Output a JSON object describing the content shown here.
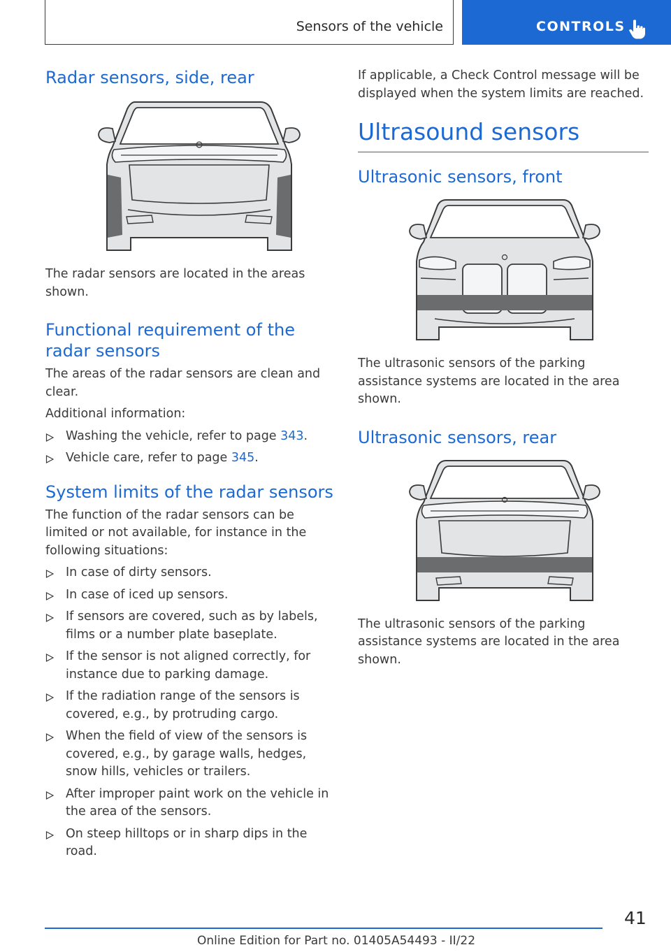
{
  "header": {
    "section": "Sensors of the vehicle",
    "chapter": "CONTROLS",
    "chapter_icon": "pointing-hand-icon"
  },
  "left": {
    "radar_title": "Radar sensors, side, rear",
    "radar_caption": "The radar sensors are located in the areas shown.",
    "func_title": "Functional requirement of the radar sensors",
    "func_text": "The areas of the radar sensors are clean and clear.",
    "func_additional": "Additional information:",
    "func_items": [
      {
        "text": "Washing the vehicle, refer to page ",
        "page": "343",
        "end": "."
      },
      {
        "text": "Vehicle care, refer to page ",
        "page": "345",
        "end": "."
      }
    ],
    "limits_title": "System limits of the radar sensors",
    "limits_text": "The function of the radar sensors can be limited or not available, for instance in the following situations:",
    "limits_items": [
      "In case of dirty sensors.",
      "In case of iced up sensors.",
      "If sensors are covered, such as by labels, films or a number plate baseplate.",
      "If the sensor is not aligned correctly, for instance due to parking damage.",
      "If the radiation range of the sensors is covered, e.g., by protruding cargo.",
      "When the field of view of the sensors is covered, e.g., by garage walls, hedges, snow hills, vehicles or trailers.",
      "After improper paint work on the vehicle in the area of the sensors.",
      "On steep hilltops or in sharp dips in the road."
    ]
  },
  "right": {
    "cc_text": "If applicable, a Check Control message will be displayed when the system limits are reached.",
    "ultra_title": "Ultrasound sensors",
    "front_title": "Ultrasonic sensors, front",
    "front_caption": "The ultrasonic sensors of the parking assistance systems are located in the area shown.",
    "rear_title": "Ultrasonic sensors, rear",
    "rear_caption": "The ultrasonic sensors of the parking assistance systems are located in the area shown."
  },
  "footer": {
    "page_number": "41",
    "edition": "Online Edition for Part no. 01405A54493 - II/22"
  },
  "colors": {
    "accent": "#1c69d4",
    "text": "#3a3a3a",
    "sensor_zone": "#6a6c6e",
    "car_body": "#e2e4e5"
  }
}
